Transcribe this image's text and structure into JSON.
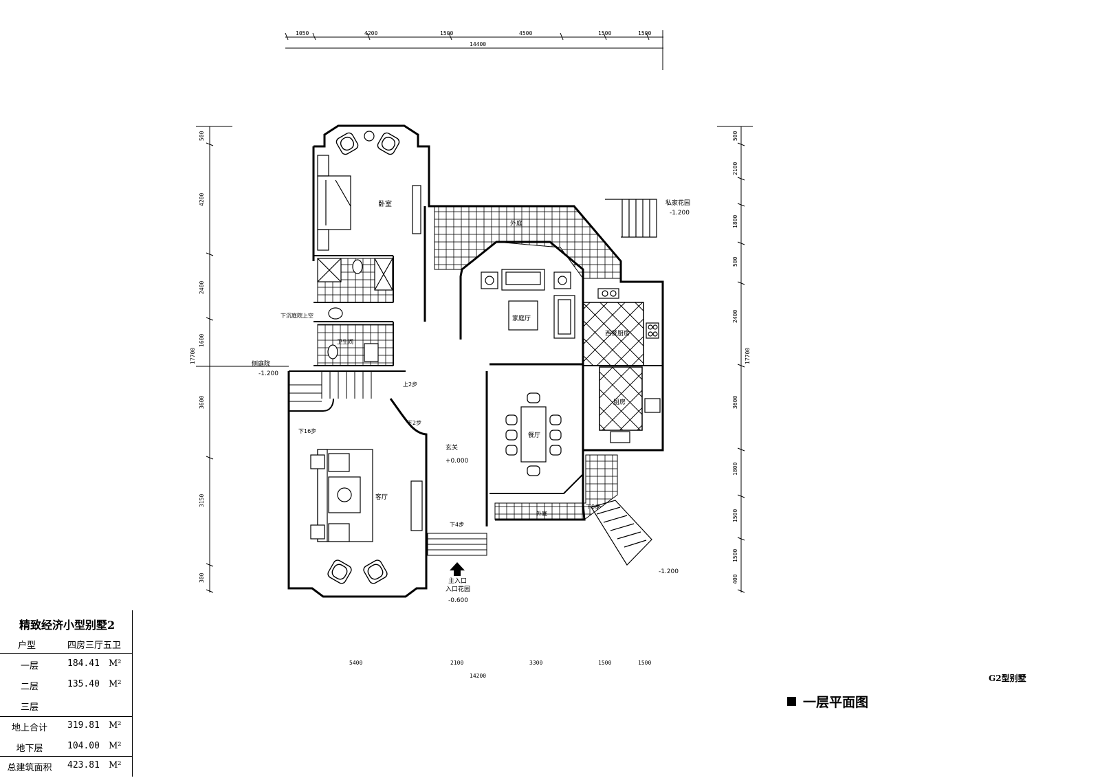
{
  "plan_title": "一层平面图",
  "type_code": "G2型别墅",
  "dimensions": {
    "top": [
      "1050",
      "4200",
      "1500",
      "4500",
      "1500",
      "1500"
    ],
    "top_total": "14400",
    "bottom": [
      "5400",
      "2100",
      "3300",
      "1500",
      "1500"
    ],
    "bottom_total": "14200",
    "left": [
      "500",
      "4200",
      "2400",
      "1600",
      "3600",
      "3150",
      "300"
    ],
    "left_total": "17700",
    "right": [
      "500",
      "2100",
      "1800",
      "500",
      "2400",
      "3600",
      "1800",
      "1500",
      "1500",
      "400"
    ],
    "right_total": "17700"
  },
  "rooms": {
    "bedroom": "卧室",
    "terrace_top": "外庭",
    "family_room": "家庭厅",
    "western_kitchen": "西餐厨房",
    "kitchen": "厨房",
    "dining": "餐厅",
    "foyer": "玄关",
    "foyer_level": "+0.000",
    "living": "客厅",
    "bath": "卫生间",
    "terrace_bottom": "外庭",
    "sunken_court": "下沉庭院上空",
    "side_court": "侧庭院",
    "side_court_level": "-1.200",
    "private_garden": "私家花园",
    "private_garden_level": "-1.200",
    "stair_down_16": "下16步",
    "stair_down_2": "下2步",
    "stair_down_2b": "上2步",
    "stair_down_4": "下4步",
    "stair_down_8": "下8步",
    "main_entry": "主入口",
    "entry_garden": "入口花园",
    "entry_level": "-0.600",
    "bottom_right_level": "-1.200"
  },
  "summary": {
    "title": "精致经济小型别墅2",
    "type_label": "户型",
    "type_value": "四房三厅五卫",
    "rows": [
      {
        "label": "一层",
        "value": "184.41",
        "unit": "M²"
      },
      {
        "label": "二层",
        "value": "135.40",
        "unit": "M²"
      },
      {
        "label": "三层",
        "value": "",
        "unit": ""
      },
      {
        "label": "地上合计",
        "value": "319.81",
        "unit": "M²"
      },
      {
        "label": "地下层",
        "value": "104.00",
        "unit": "M²"
      },
      {
        "label": "总建筑面积",
        "value": "423.81",
        "unit": "M²"
      }
    ]
  }
}
